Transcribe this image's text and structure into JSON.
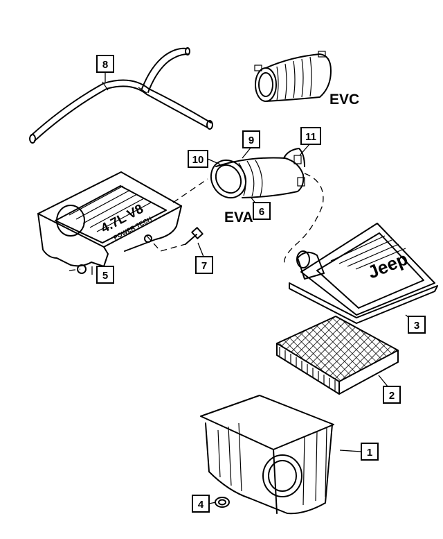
{
  "callouts": [
    "1",
    "2",
    "3",
    "4",
    "5",
    "6",
    "7",
    "8",
    "9",
    "10",
    "11"
  ],
  "labels": {
    "evc": "EVC",
    "eva": "EVA"
  },
  "embossed": {
    "engine_badge": "4.7L V8",
    "engine_sub": "POWER TECH",
    "brand": "Jeep"
  }
}
